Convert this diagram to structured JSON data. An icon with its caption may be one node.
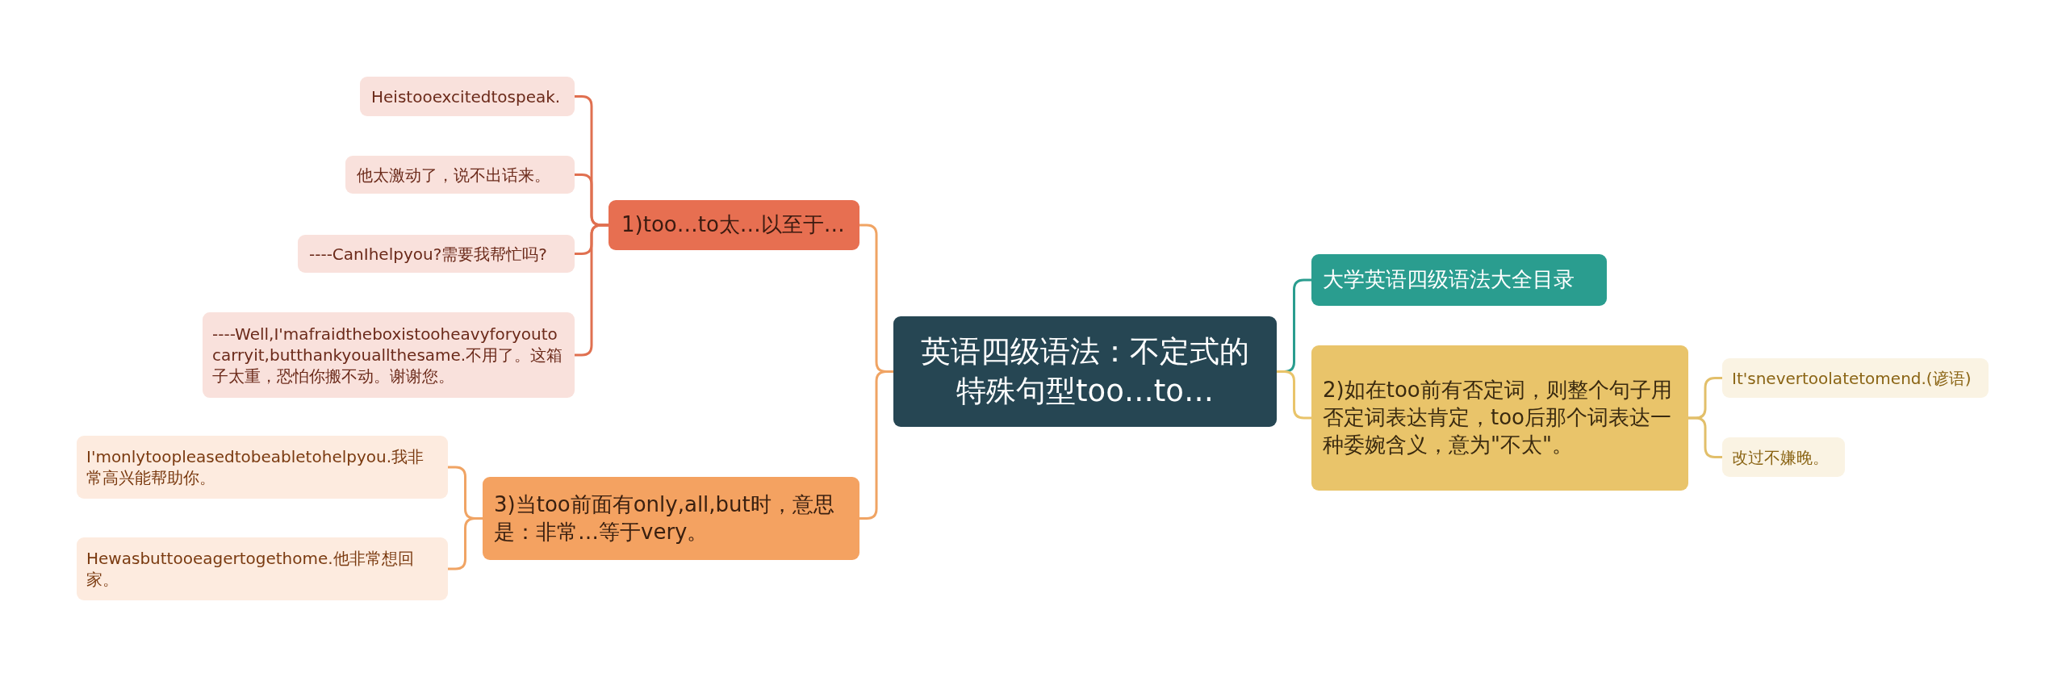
{
  "diagram": {
    "nodes": [
      {
        "text": [
          "英语四级语法：不定式的特殊句型too…to…"
        ]
      },
      {
        "text": [
          "1)too…to太…以至于…"
        ]
      },
      {
        "text": [
          "Heistooexcitedtospeak."
        ]
      },
      {
        "text": [
          "他太激动了，说不出话来。"
        ]
      },
      {
        "text": [
          "----CanIhelpyou?需要我帮忙吗?"
        ]
      },
      {
        "text": [
          "----Well,I'mafraidtheboxistooheavyforyoutocarryit,butthankyouallthesame.不用了。这箱子太重，恐怕你搬不动。谢谢您。"
        ]
      },
      {
        "text": [
          "3)当too前面有only,all,but时，意思是：非常…等于very。"
        ]
      },
      {
        "text": [
          "I'monlytoopleasedtobeabletohelpyou.我非常高兴能帮助你。"
        ]
      },
      {
        "text": [
          "Hewasbuttooeagertogethome.他非常想回家。"
        ]
      },
      {
        "text": [
          "大学英语四级语法大全目录"
        ]
      },
      {
        "text": [
          "2)如在too前有否定词，则整个句子用否定词表达肯定，too后那个词表达一种委婉含义，意为\"不太\"。"
        ]
      },
      {
        "text": [
          "It'snevertoolatetomend.(谚语)"
        ]
      },
      {
        "text": [
          "改过不嫌晚。"
        ]
      }
    ],
    "edges": [
      {
        "from": 0,
        "to": 1,
        "arrow": "none",
        "color": "#f0a464"
      },
      {
        "from": 1,
        "to": 2,
        "arrow": "none",
        "color": "#e07050"
      },
      {
        "from": 1,
        "to": 3,
        "arrow": "none",
        "color": "#e07050"
      },
      {
        "from": 1,
        "to": 4,
        "arrow": "none",
        "color": "#e07050"
      },
      {
        "from": 1,
        "to": 5,
        "arrow": "none",
        "color": "#e07050"
      },
      {
        "from": 0,
        "to": 6,
        "arrow": "none",
        "color": "#f0a464"
      },
      {
        "from": 6,
        "to": 7,
        "arrow": "none",
        "color": "#f0a464"
      },
      {
        "from": 6,
        "to": 8,
        "arrow": "none",
        "color": "#f0a464"
      },
      {
        "from": 0,
        "to": 9,
        "arrow": "none",
        "color": "#2a9d8f"
      },
      {
        "from": 0,
        "to": 10,
        "arrow": "none",
        "color": "#e9c46a"
      },
      {
        "from": 10,
        "to": 11,
        "arrow": "none",
        "color": "#e2bf6a"
      },
      {
        "from": 10,
        "to": 12,
        "arrow": "none",
        "color": "#e2bf6a"
      }
    ]
  }
}
